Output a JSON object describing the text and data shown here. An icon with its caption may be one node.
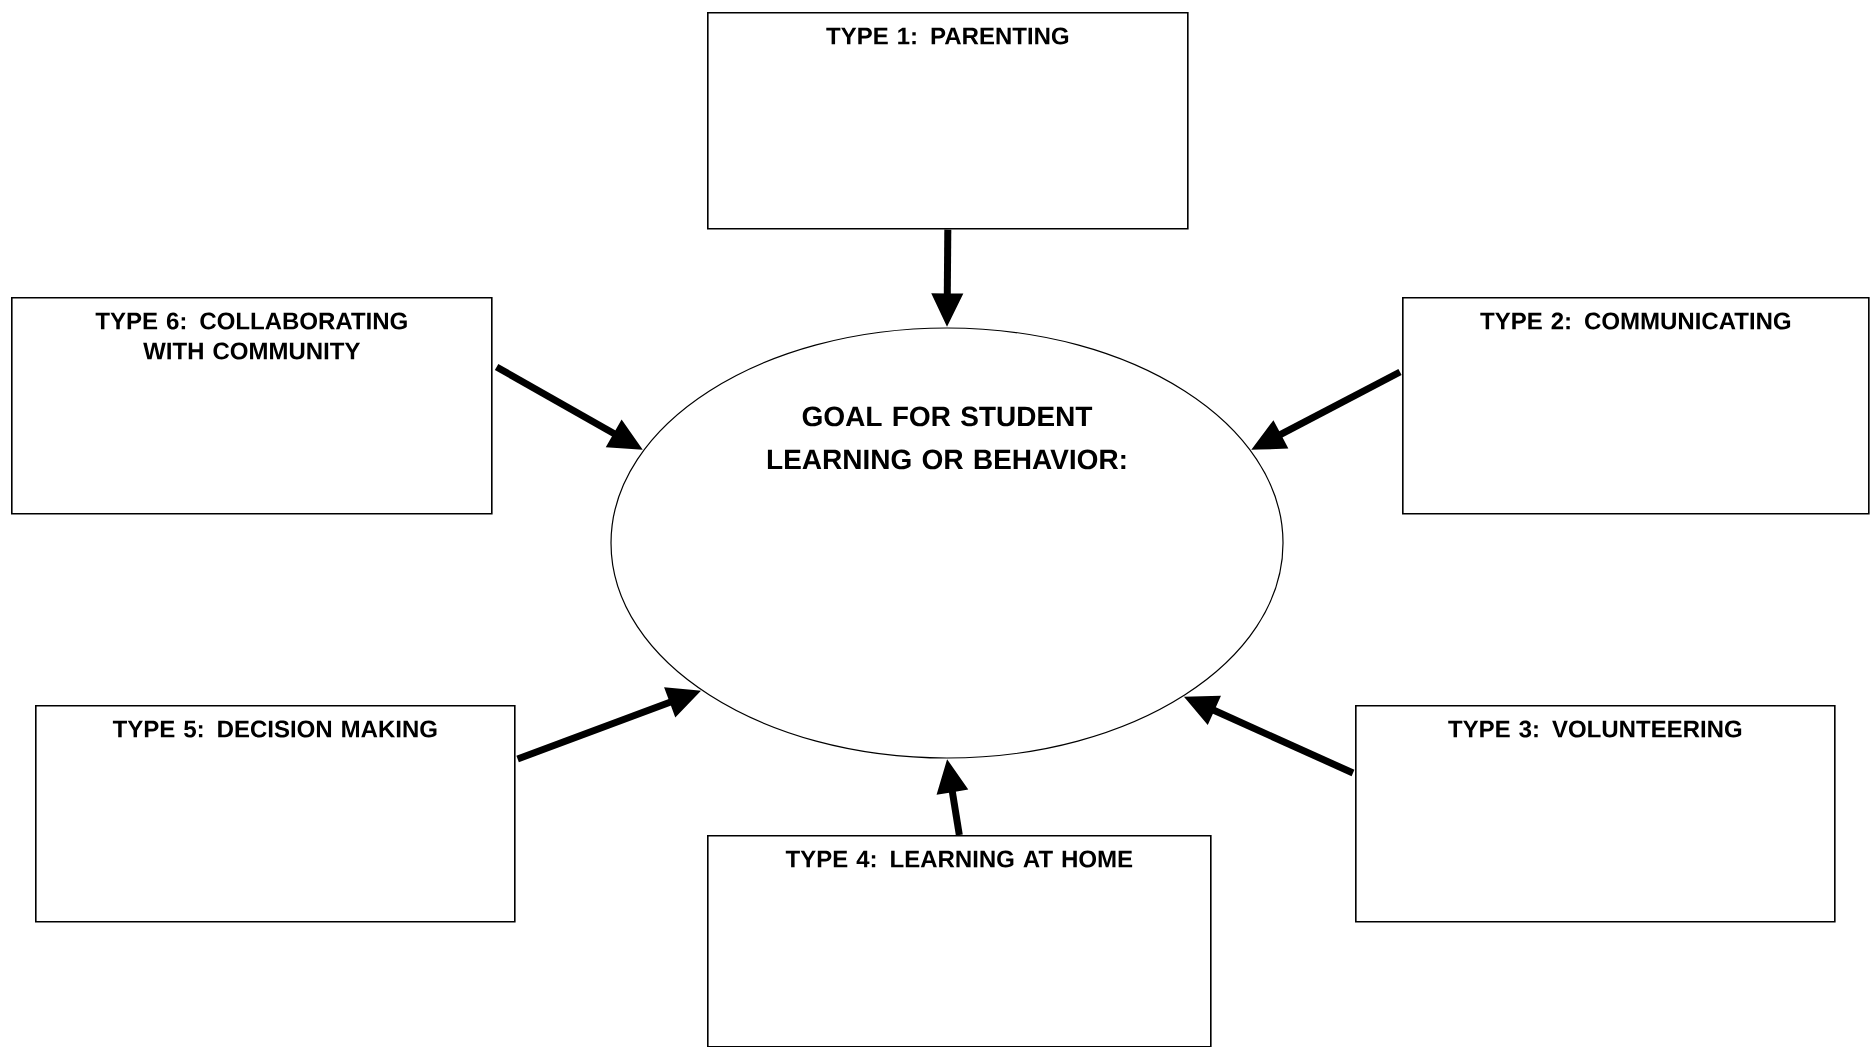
{
  "diagram": {
    "nodes": [
      {
        "text": [
          "TYPE 1: PARENTING"
        ]
      },
      {
        "text": [
          "TYPE 6: COLLABORATING WITH COMMUNITY"
        ]
      },
      {
        "text": [
          "TYPE 2: COMMUNICATING"
        ]
      },
      {
        "text": [
          "GOAL FOR STUDENT LEARNING OR BEHAVIOR:"
        ]
      },
      {
        "text": [
          "TYPE 5: DECISION MAKING"
        ]
      },
      {
        "text": [
          "TYPE 3: VOLUNTEERING"
        ]
      },
      {
        "text": [
          "TYPE 4: LEARNING AT HOME"
        ]
      }
    ],
    "edges": [
      {
        "from": 0,
        "to": 3,
        "arrow": "to"
      },
      {
        "from": 1,
        "to": 3,
        "arrow": "to"
      },
      {
        "from": 2,
        "to": 3,
        "arrow": "to"
      },
      {
        "from": 4,
        "to": 3,
        "arrow": "to"
      },
      {
        "from": 5,
        "to": 3,
        "arrow": "to"
      },
      {
        "from": 6,
        "to": 3,
        "arrow": "to"
      }
    ]
  }
}
